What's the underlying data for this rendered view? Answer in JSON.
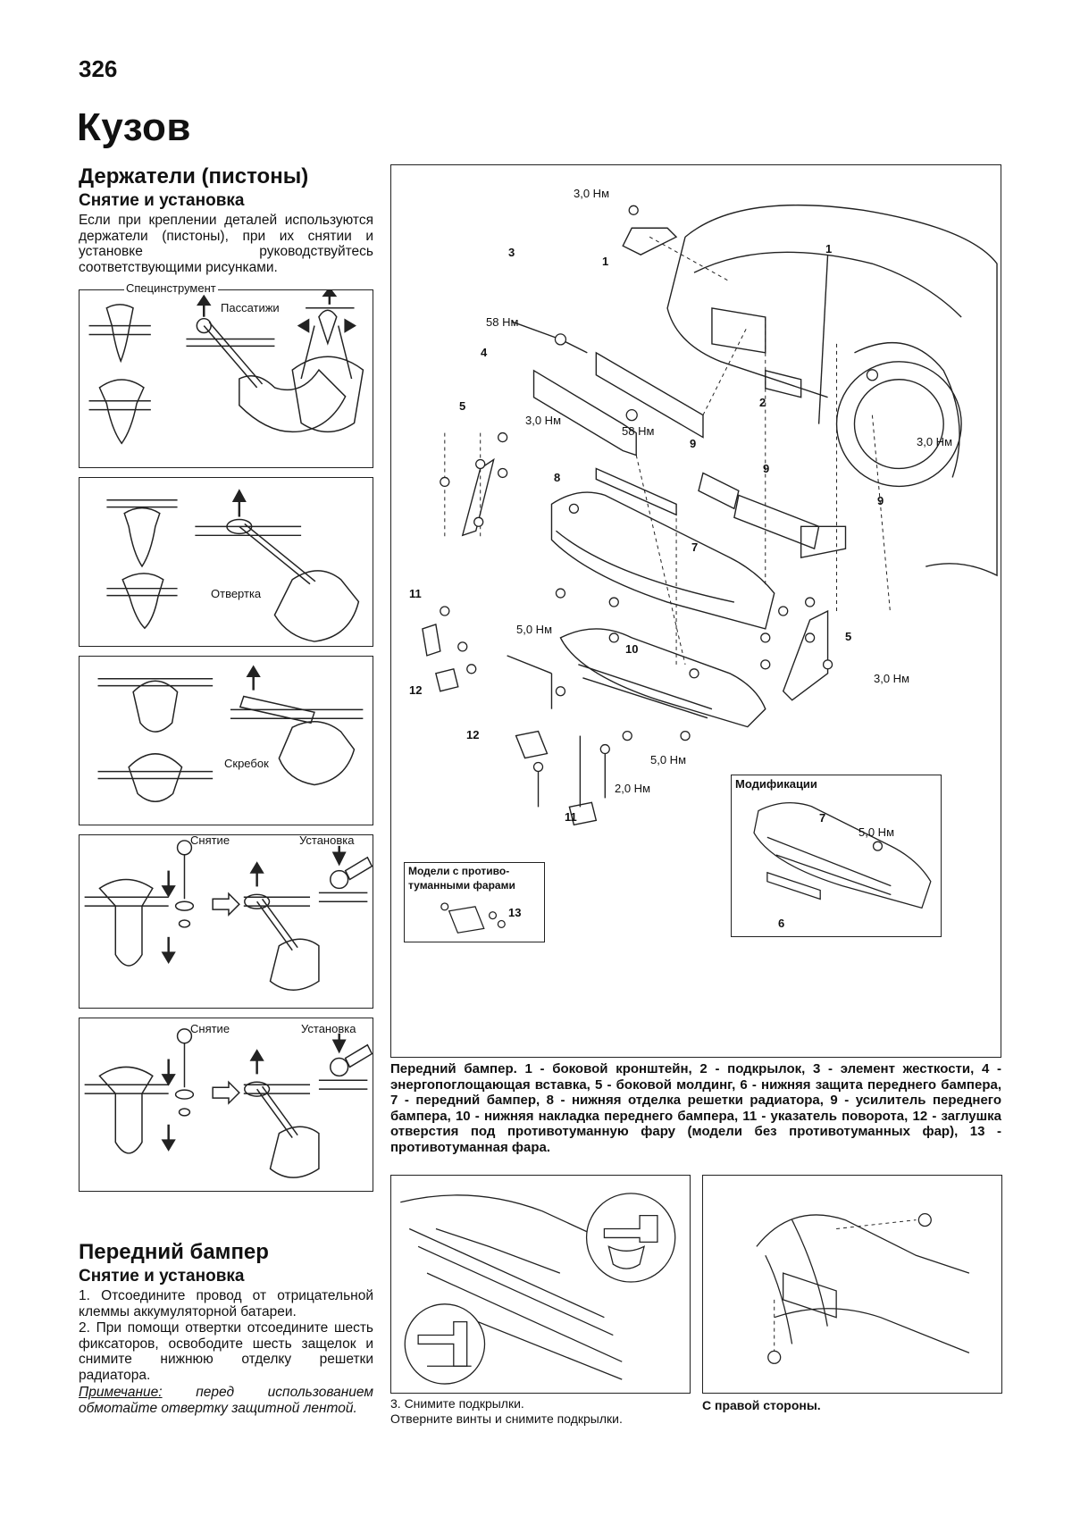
{
  "page_number": "326",
  "chapter_title": "Кузов",
  "section1": {
    "title": "Держатели (пистоны)",
    "subtitle": "Снятие и установка",
    "paragraph": "Если при креплении деталей используются держатели (пистоны), при их снятии и установке руководствуйтесь соответствующими рисунками."
  },
  "fig1": {
    "label_tool": "Специнструмент",
    "label_pliers": "Пассатижи"
  },
  "fig2": {
    "label_screwdriver": "Отвертка"
  },
  "fig3": {
    "label_scraper": "Скребок"
  },
  "fig4": {
    "label_removal": "Снятие",
    "label_install": "Установка"
  },
  "fig5": {
    "label_removal": "Снятие",
    "label_install": "Установка"
  },
  "diagram": {
    "torque_3": "3,0 Нм",
    "torque_58": "58 Нм",
    "torque_5": "5,0 Нм",
    "torque_2": "2,0 Нм",
    "parts": [
      "1",
      "2",
      "3",
      "4",
      "5",
      "6",
      "7",
      "8",
      "9",
      "10",
      "11",
      "12",
      "13"
    ],
    "inset_mod_title": "Модификации",
    "inset_fog_line1": "Модели с противо-",
    "inset_fog_line2": "туманными фарами"
  },
  "caption": "Передний бампер. 1 - боковой кронштейн, 2 - подкрылок, 3 - элемент жесткости, 4 - энергопоглощающая вставка, 5 - боковой молдинг, 6 - нижняя защита переднего бампера, 7 - передний бампер, 8 - нижняя отделка решетки радиатора, 9 - усилитель переднего бампера, 10 - нижняя накладка переднего бампера, 11 - указатель поворота, 12 - заглушка отверстия под противотуманную фару (модели без противотуманных фар), 13 - противотуманная фара.",
  "section2": {
    "title": "Передний бампер",
    "subtitle": "Снятие и установка",
    "step1": "1. Отсоедините провод от отрицательной клеммы аккумуляторной батареи.",
    "step2": "2. При помощи отвертки отсоедините шесть фиксаторов, освободите шесть защелок и снимите нижнюю отделку решетки радиатора.",
    "note_label": "Примечание:",
    "note_text": " перед использованием обмотайте отвертку защитной лентой."
  },
  "bottom_fig1": {
    "caption_line1": "3. Снимите подкрылки.",
    "caption_line2": "Отверните винты и снимите подкрылки."
  },
  "bottom_fig2": {
    "caption": "С правой стороны."
  }
}
